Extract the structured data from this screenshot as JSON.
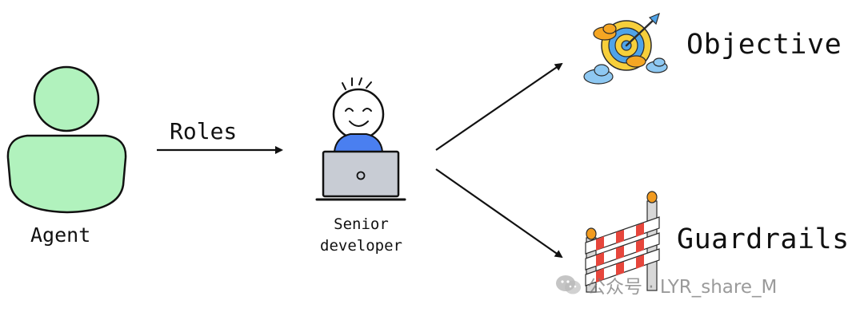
{
  "diagram": {
    "agent_label": "Agent",
    "roles_label": "Roles",
    "developer_label_line1": "Senior",
    "developer_label_line2": "developer",
    "objective_label": "Objective",
    "guardrails_label": "Guardrails"
  },
  "watermark": {
    "text": "公众号 · LYR_share_M",
    "icon": "wechat-icon"
  },
  "colors": {
    "agent_fill": "#b1f2bd",
    "shirt_fill": "#4a7ff0",
    "laptop_fill": "#c8ccd4",
    "target_yellow": "#f7cf3b",
    "target_blue": "#4fa3e8",
    "cloud_orange": "#f5a623",
    "cloud_blue": "#8ec8f2",
    "barrier_red": "#e6463c",
    "barrier_orange": "#f29b1f"
  },
  "icons": {
    "objective": "target-icon",
    "guardrails": "barrier-icon",
    "developer": "developer-icon",
    "agent": "person-icon"
  }
}
